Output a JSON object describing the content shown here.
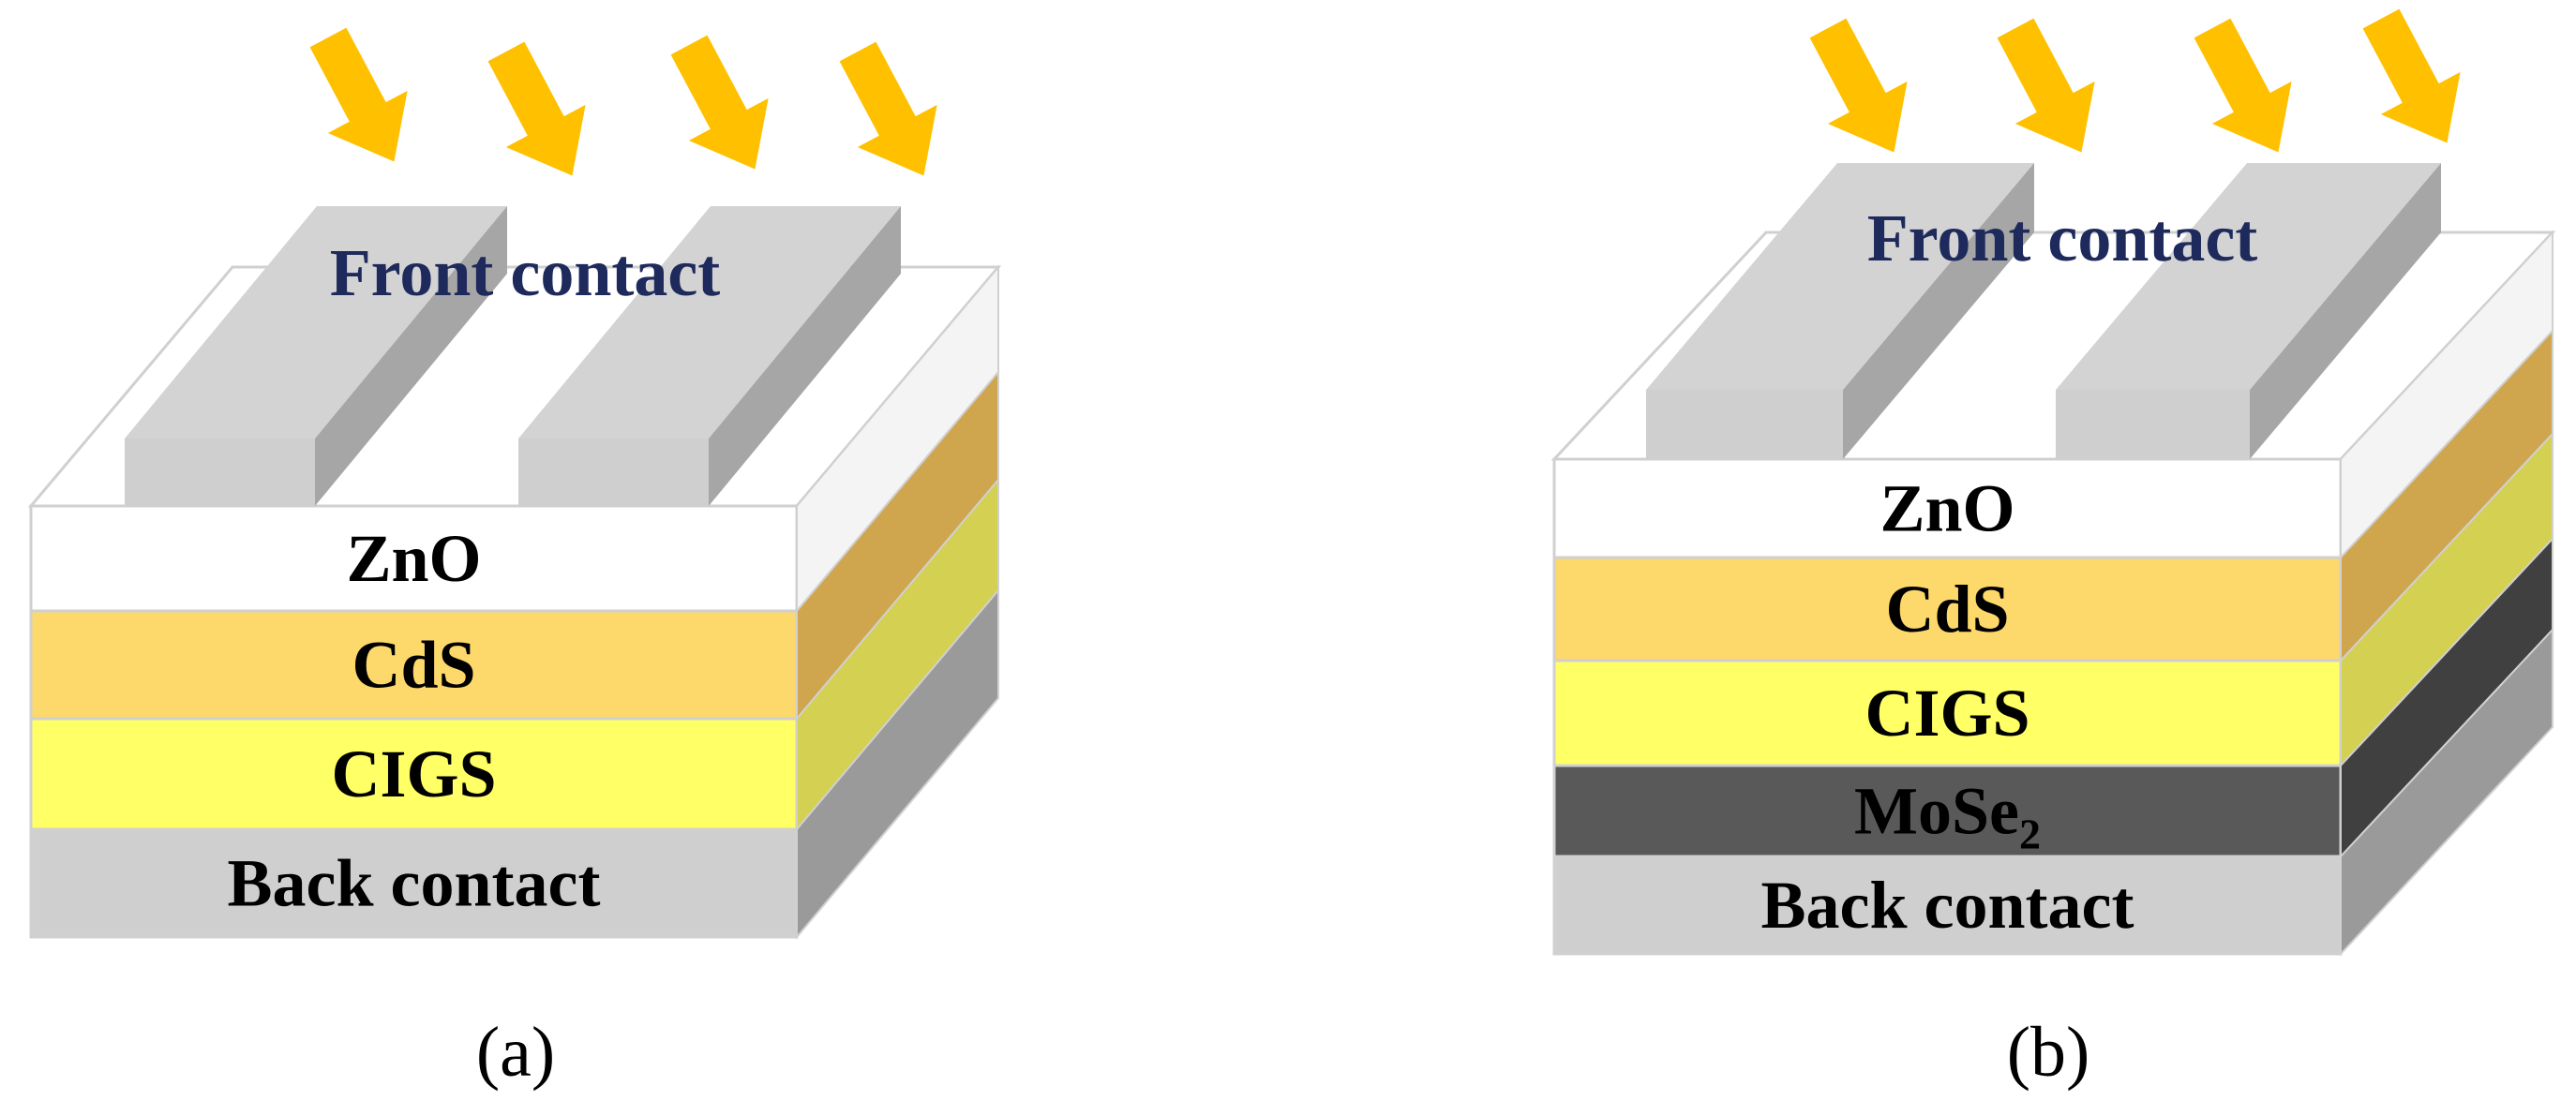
{
  "panels": [
    {
      "id": "a",
      "caption": "(a)",
      "front_contact_label": "Front contact",
      "layers": [
        {
          "label": "ZnO",
          "sub": "",
          "front": "#ffffff",
          "side": "#f4f4f4",
          "text": "#000000"
        },
        {
          "label": "CdS",
          "sub": "",
          "front": "#fdd86a",
          "side": "#cfa64e",
          "text": "#000000"
        },
        {
          "label": "CIGS",
          "sub": "",
          "front": "#ffff66",
          "side": "#d4d052",
          "text": "#000000"
        },
        {
          "label": "Back contact",
          "sub": "",
          "front": "#cfcfcf",
          "side": "#9a9a9a",
          "text": "#000000"
        }
      ]
    },
    {
      "id": "b",
      "caption": "(b)",
      "front_contact_label": "Front contact",
      "layers": [
        {
          "label": "ZnO",
          "sub": "",
          "front": "#ffffff",
          "side": "#f4f4f4",
          "text": "#000000"
        },
        {
          "label": "CdS",
          "sub": "",
          "front": "#fdd86a",
          "side": "#cfa64e",
          "text": "#000000"
        },
        {
          "label": "CIGS",
          "sub": "",
          "front": "#ffff66",
          "side": "#d4d052",
          "text": "#000000"
        },
        {
          "label": "MoSe",
          "sub": "2",
          "front": "#595959",
          "side": "#404040",
          "text": "#000000"
        },
        {
          "label": "Back contact",
          "sub": "",
          "front": "#cfcfcf",
          "side": "#9a9a9a",
          "text": "#000000"
        }
      ]
    }
  ],
  "colors": {
    "arrow": "#ffc000",
    "front_contact_text": "#1f2a5c",
    "contact_top": "#d3d3d3",
    "contact_front": "#cfcfcf",
    "contact_side": "#a6a6a6",
    "top_surface": "#ffffff",
    "outline": "#d0d0d0"
  },
  "icons": {
    "sunlight_arrows": "sunlight-arrow-icon"
  }
}
